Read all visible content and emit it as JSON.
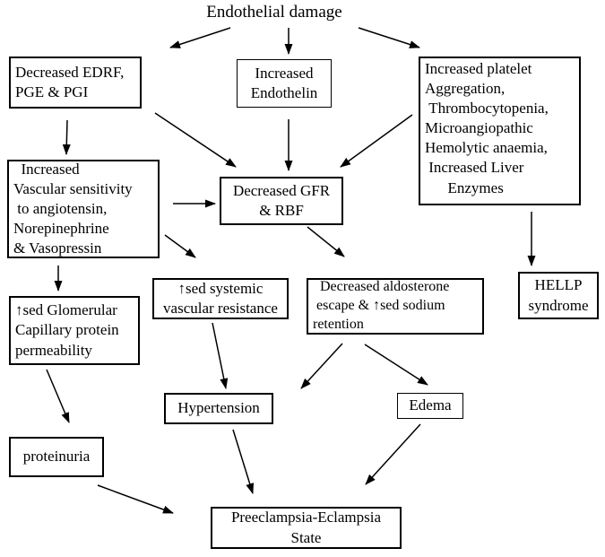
{
  "diagram": {
    "root_label": "Endothelial damage",
    "nodes": {
      "endothelial_damage": {
        "text": "Endothelial damage"
      },
      "decreased_edrf": {
        "text": "Decreased EDRF,\nPGE & PGI"
      },
      "increased_endothelin": {
        "text": "Increased\nEndothelin"
      },
      "increased_platelet": {
        "text": "Increased platelet\nAggregation,\n Thrombocytopenia,\nMicroangiopathic\nHemolytic anaemia,\n Increased Liver\n      Enzymes"
      },
      "vascular_sensitivity": {
        "text": "  Increased\nVascular sensitivity\n to angiotensin,\nNorepinephrine\n& Vasopressin"
      },
      "decreased_gfr": {
        "text": "Decreased GFR\n& RBF"
      },
      "systemic_resistance": {
        "text": "↑sed systemic\nvascular resistance"
      },
      "aldosterone_escape": {
        "text": "  Decreased aldosterone\n escape & ↑sed sodium\nretention"
      },
      "hellp_syndrome": {
        "text": "HELLP\nsyndrome"
      },
      "glomerular_permeability": {
        "text": "↑sed Glomerular\nCapillary protein\npermeability"
      },
      "hypertension": {
        "text": "Hypertension"
      },
      "edema": {
        "text": "Edema"
      },
      "proteinuria": {
        "text": "proteinuria"
      },
      "preeclampsia_state": {
        "text": "Preeclampsia-Eclampsia\nState"
      }
    },
    "edges": [
      {
        "from": "endothelial_damage",
        "to": "decreased_edrf"
      },
      {
        "from": "endothelial_damage",
        "to": "increased_endothelin"
      },
      {
        "from": "endothelial_damage",
        "to": "increased_platelet"
      },
      {
        "from": "decreased_edrf",
        "to": "vascular_sensitivity"
      },
      {
        "from": "decreased_edrf",
        "to": "decreased_gfr"
      },
      {
        "from": "increased_endothelin",
        "to": "decreased_gfr"
      },
      {
        "from": "increased_platelet",
        "to": "decreased_gfr"
      },
      {
        "from": "increased_platelet",
        "to": "hellp_syndrome"
      },
      {
        "from": "vascular_sensitivity",
        "to": "decreased_gfr"
      },
      {
        "from": "vascular_sensitivity",
        "to": "glomerular_permeability"
      },
      {
        "from": "vascular_sensitivity",
        "to": "systemic_resistance"
      },
      {
        "from": "decreased_gfr",
        "to": "aldosterone_escape"
      },
      {
        "from": "systemic_resistance",
        "to": "hypertension"
      },
      {
        "from": "glomerular_permeability",
        "to": "proteinuria"
      },
      {
        "from": "aldosterone_escape",
        "to": "hypertension"
      },
      {
        "from": "aldosterone_escape",
        "to": "edema"
      },
      {
        "from": "hypertension",
        "to": "preeclampsia_state"
      },
      {
        "from": "edema",
        "to": "preeclampsia_state"
      },
      {
        "from": "proteinuria",
        "to": "preeclampsia_state"
      }
    ],
    "colors": {
      "background": "#ffffff",
      "line": "#000000",
      "box_border": "#000000",
      "text": "#000000"
    }
  }
}
